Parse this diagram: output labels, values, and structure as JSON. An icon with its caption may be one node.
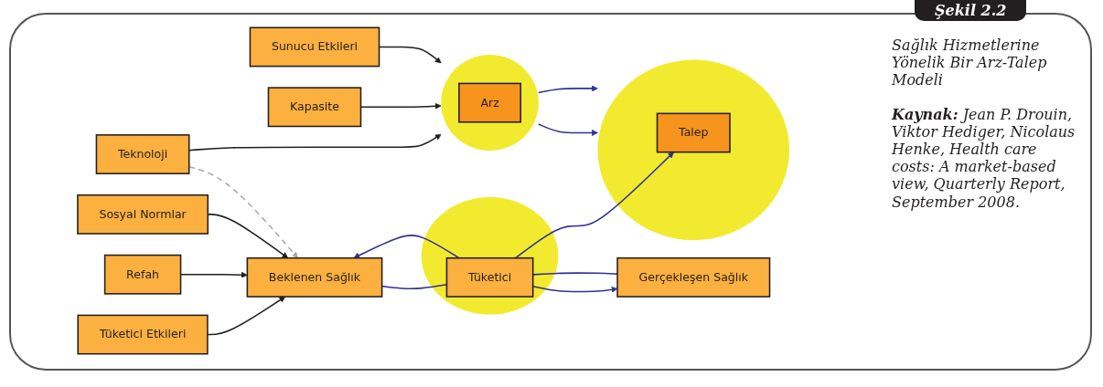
{
  "diagram": {
    "title": "Sağlık Hizmetlerine Yönelik Bir Arz-Talep Modeli",
    "nodes": [
      {
        "text": [
          "Tüketici Etkileri"
        ]
      },
      {
        "text": [
          "Refah"
        ]
      },
      {
        "text": [
          "Beklenen Sağlık"
        ]
      },
      {
        "text": [],
        "shape": "ellipse"
      },
      {
        "text": [
          "Tüketici"
        ],
        "in": 3
      },
      {
        "text": [
          "Gerçekleşen Sağlık"
        ]
      },
      {
        "text": [],
        "shape": "ellipse"
      },
      {
        "text": [
          "Talep"
        ],
        "in": 6
      },
      {
        "text": [
          "Teknoloji"
        ]
      },
      {
        "text": [],
        "shape": "ellipse"
      },
      {
        "text": [
          "Arz"
        ],
        "in": 9
      },
      {
        "text": [
          "Kapasite"
        ]
      },
      {
        "text": [
          "Sosyal Normlar"
        ]
      },
      {
        "text": [
          "Sunucu Etkileri"
        ]
      }
    ],
    "edges": [
      {
        "from": 0,
        "to": 2,
        "arrow": "to",
        "color": "#231f20"
      },
      {
        "from": 1,
        "to": 2,
        "arrow": "to",
        "color": "#231f20"
      },
      {
        "from": 12,
        "to": 2,
        "arrow": "to",
        "color": "#231f20"
      },
      {
        "from": 8,
        "to": 2,
        "arrow": "to",
        "style": "dashed",
        "color": "#a7a9ac"
      },
      {
        "from": 4,
        "to": 2,
        "arrow": "to"
      },
      {
        "from": 2,
        "to": 4,
        "arrow": "none"
      },
      {
        "from": 4,
        "to": 5,
        "arrow": "to"
      },
      {
        "from": 5,
        "to": 4,
        "arrow": "none"
      },
      {
        "from": 4,
        "to": 7,
        "arrow": "to"
      },
      {
        "from": 9,
        "to": 6,
        "arrow": "to"
      },
      {
        "from": 9,
        "to": 6,
        "arrow": "to"
      },
      {
        "from": 8,
        "to": 9,
        "arrow": "to",
        "color": "#231f20"
      },
      {
        "from": 11,
        "to": 9,
        "arrow": "to",
        "color": "#231f20"
      },
      {
        "from": 13,
        "to": 9,
        "arrow": "to",
        "color": "#231f20"
      }
    ],
    "labels": [
      "Şekil 2.2",
      "Kaynak:",
      "Jean P. Drouin, Viktor Hediger, Nicolaus Henke, Health care costs: A market-based view, Quarterly Report, September 2008."
    ]
  }
}
